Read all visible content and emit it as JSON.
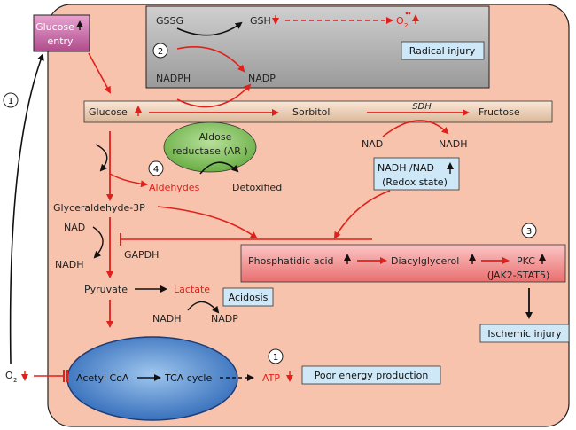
{
  "cell": {
    "glucose_entry_1": "Glucose",
    "glucose_entry_2": "entry",
    "o2_outside": "O",
    "o2_outside_sub": "2"
  },
  "polyol": {
    "glucose": "Glucose",
    "sorbitol": "Sorbitol",
    "sdh": "SDH",
    "fructose": "Fructose",
    "nad": "NAD",
    "nadh": "NADH",
    "ar_1": "Aldose",
    "ar_2": "reductase (AR )",
    "aldehydes": "Aldehydes",
    "detoxified": "Detoxified",
    "redox_1": "NADH /NAD",
    "redox_2": "(Redox state)"
  },
  "glutathione": {
    "gssg": "GSSG",
    "gsh": "GSH",
    "nadph": "NADPH",
    "nadp": "NADP",
    "o2": "O",
    "o2_sub": "2",
    "radical_injury": "Radical injury"
  },
  "glycolysis": {
    "g3p": "Glyceraldehyde-3P",
    "nad": "NAD",
    "nadh": "NADH",
    "gapdh": "GAPDH",
    "pyruvate": "Pyruvate",
    "lactate": "Lactate",
    "nadh2": "NADH",
    "nadp2": "NADP",
    "acidosis": "Acidosis"
  },
  "pkc": {
    "phosphatidic": "Phosphatidic acid",
    "dag": "Diacylglycerol",
    "pkc": "PKC",
    "jak": "(JAK2-STAT5)",
    "ischemic": "Ischemic injury"
  },
  "mito": {
    "acetyl": "Acetyl CoA",
    "tca": "TCA cycle",
    "atp": "ATP",
    "poor_energy": "Poor energy production"
  },
  "markers": [
    "1",
    "2",
    "3",
    "4",
    "1"
  ],
  "colors": {
    "cell_fill": "#f7c3ad",
    "red": "#e0201b",
    "box_blue": "#cfe8f7",
    "box_pink": "#f39a9a",
    "ar_green": "#8dc866",
    "glucose_box": "#c85fa0"
  }
}
